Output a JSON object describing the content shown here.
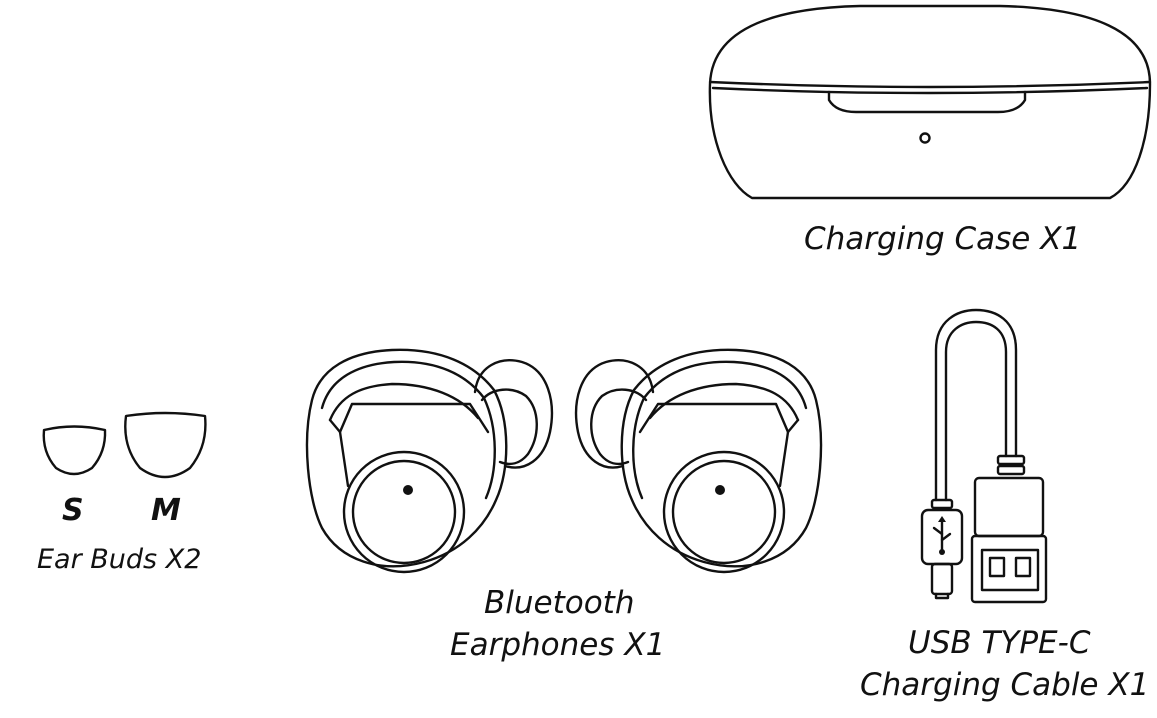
{
  "labels": {
    "charging_case": "Charging Case X1",
    "ear_buds": "Ear Buds X2",
    "size_small": "S",
    "size_medium": "M",
    "earphones_line1": "Bluetooth",
    "earphones_line2": "Earphones X1",
    "cable_line1": "USB TYPE-C",
    "cable_line2": "Charging Cable X1"
  },
  "icons": {
    "case": "charging-case-icon",
    "earphone_left": "earphone-left-icon",
    "earphone_right": "earphone-right-icon",
    "ear_tip_small": "ear-tip-small-icon",
    "ear_tip_medium": "ear-tip-medium-icon",
    "cable": "usb-cable-icon",
    "usb_symbol": "usb-symbol-icon"
  }
}
